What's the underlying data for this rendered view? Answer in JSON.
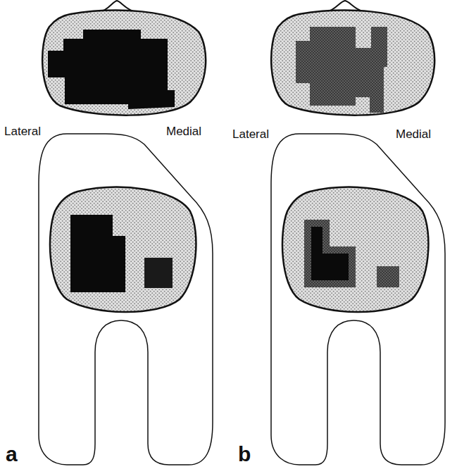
{
  "diagram": {
    "labels": [
      "Lateral",
      "Medial",
      "Lateral",
      "Medial",
      "a",
      "b"
    ]
  }
}
